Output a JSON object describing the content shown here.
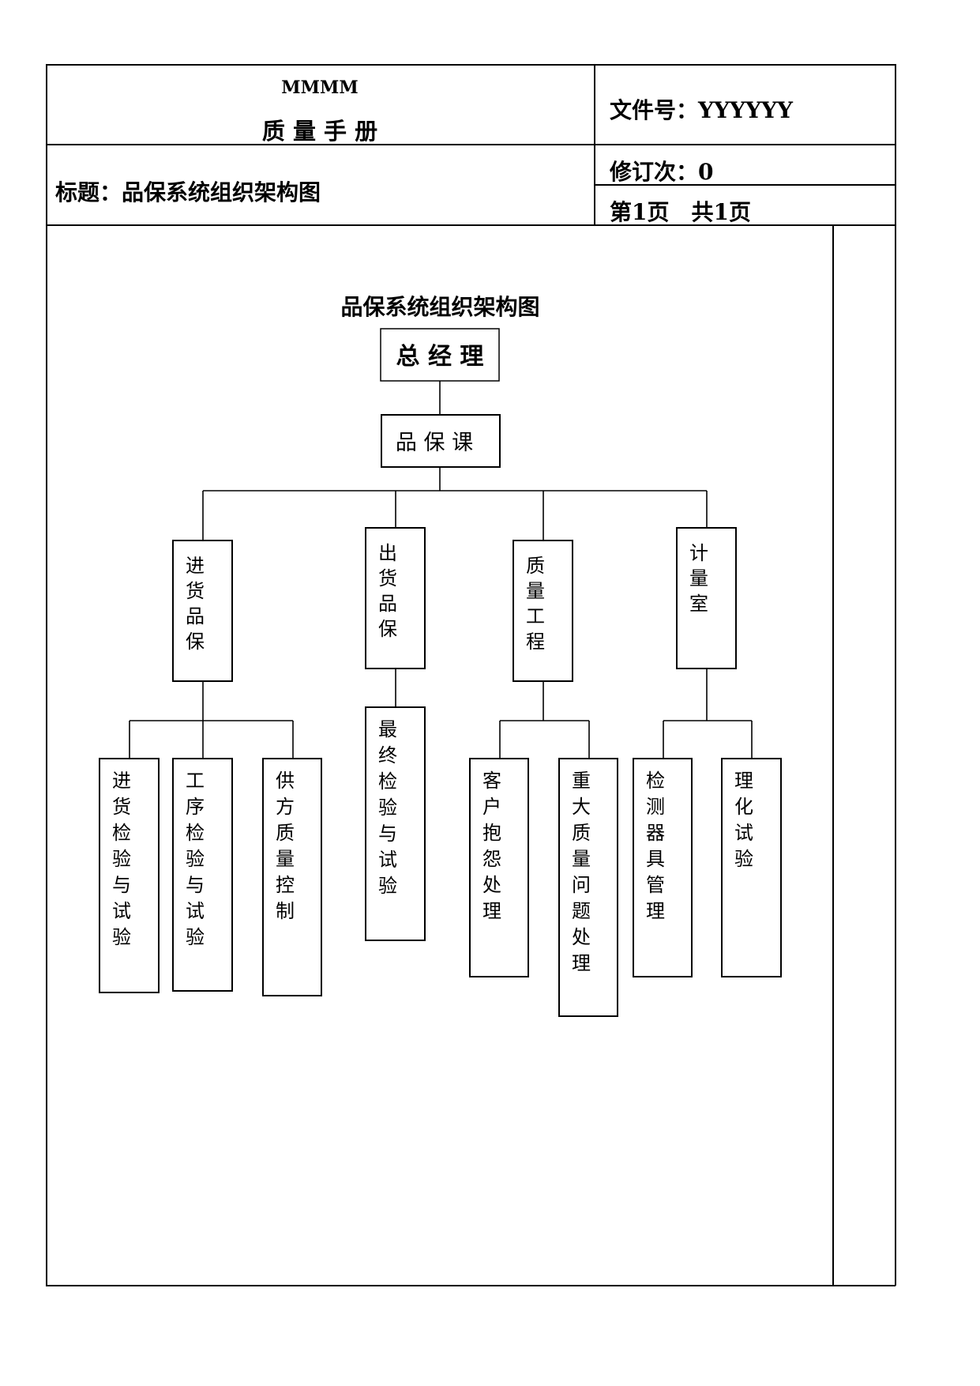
{
  "header": {
    "company": "MMMM",
    "manual_title": "质 量 手 册",
    "doc_number": "文件号：YYYYYY",
    "title_label": "标题：品保系统组织架构图",
    "revision": "修订次：0",
    "page_info": "第1页　共1页"
  },
  "chart_title": "品保系统组织架构图",
  "org": {
    "gm": "总 经 理",
    "qa_section": "品 保 课",
    "departments": [
      {
        "label": "进货品保",
        "children": [
          "进货检验与试验",
          "工序检验与试验",
          "供方质量控制"
        ]
      },
      {
        "label": "出货品保",
        "children": [
          "最终检验与试验"
        ]
      },
      {
        "label": "质量工程",
        "children": [
          "客户抱怨处理",
          "重大质量问题处理"
        ]
      },
      {
        "label": "计量室",
        "children": [
          "检测器具管理",
          "理化试验"
        ]
      }
    ]
  }
}
